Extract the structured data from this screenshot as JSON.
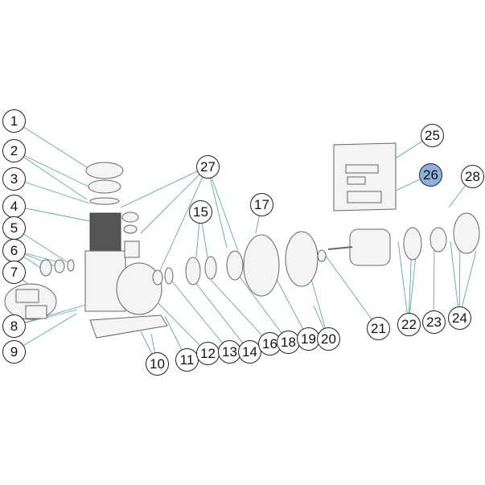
{
  "diagram": {
    "callouts": [
      "1",
      "2",
      "3",
      "4",
      "5",
      "6",
      "7",
      "8",
      "9",
      "10",
      "11",
      "12",
      "13",
      "14",
      "15",
      "16",
      "17",
      "18",
      "19",
      "20",
      "21",
      "22",
      "23",
      "24",
      "25",
      "26",
      "27",
      "28"
    ],
    "highlighted": "26",
    "highlight_color": "#8fb0dc",
    "leader_color": "#5fa8a2"
  }
}
